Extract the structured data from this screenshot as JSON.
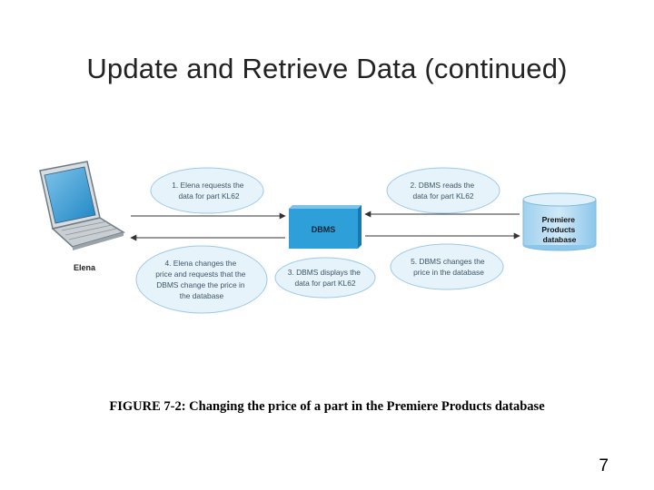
{
  "slide": {
    "title": "Update and Retrieve Data (continued)",
    "caption": "FIGURE 7-2: Changing the price of a part in the Premiere Products database",
    "page_number": "7"
  },
  "diagram": {
    "user_label": "Elena",
    "dbms_label": "DBMS",
    "database_label_lines": [
      "Premiere",
      "Products",
      "database"
    ],
    "steps": [
      {
        "lines": [
          "1. Elena requests the",
          "data for part KL62"
        ]
      },
      {
        "lines": [
          "2. DBMS reads the",
          "data for part KL62"
        ]
      },
      {
        "lines": [
          "3. DBMS displays the",
          "data for part KL62"
        ]
      },
      {
        "lines": [
          "4. Elena changes the",
          "price and requests that the",
          "DBMS change the price in",
          "the database"
        ]
      },
      {
        "lines": [
          "5. DBMS changes the",
          "price in the database"
        ]
      }
    ],
    "colors": {
      "bubble_fill": "#e6f3fb",
      "bubble_stroke": "#9ccae6",
      "dbms_fill": "#2e9fd9",
      "database_fill": "#b9ddf2",
      "arrow": "#333333"
    }
  }
}
